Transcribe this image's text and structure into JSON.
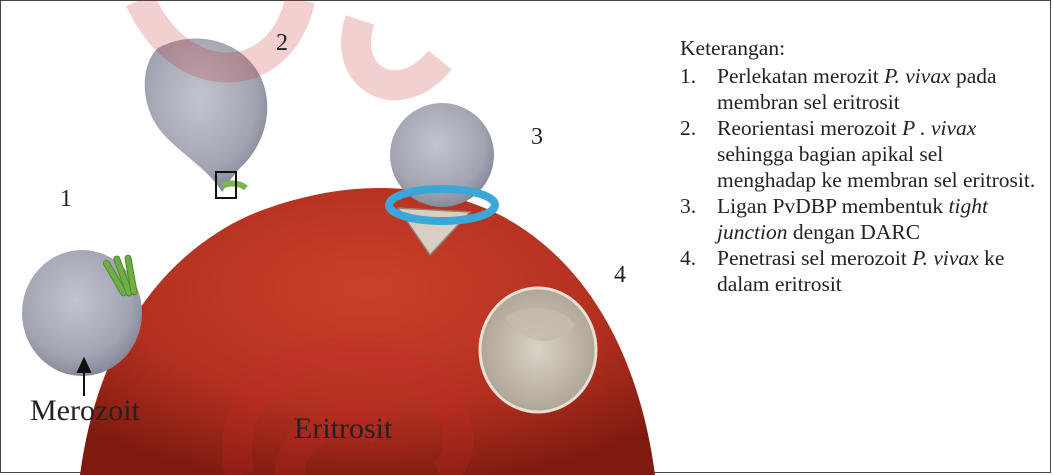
{
  "diagram": {
    "step_numbers": [
      "1",
      "2",
      "3",
      "4"
    ],
    "label_merozoit": "Merozoit",
    "label_eritrosit": "Eritrosit"
  },
  "legend": {
    "title": "Keterangan:",
    "items": [
      {
        "index": "1.",
        "parts": [
          "Perlekatan merozit ",
          "P. vivax",
          " pada membran sel eritrosit"
        ]
      },
      {
        "index": "2.",
        "parts": [
          "Reorientasi merozoit ",
          "P .",
          " ",
          "vivax",
          " sehingga bagian apikal sel menghadap ke membran sel eritrosit."
        ]
      },
      {
        "index": "3.",
        "parts": [
          "Ligan PvDBP membentuk ",
          "tight junction",
          " dengan DARC"
        ]
      },
      {
        "index": "4.",
        "parts": [
          "Penetrasi sel merozoit ",
          "P.",
          " ",
          "vivax",
          " ke dalam eritrosit"
        ]
      }
    ]
  },
  "colors": {
    "erythrocyte": "#b8301e",
    "merozoite": "#a7a9b5",
    "rhoptry": "#7db64b",
    "tight_junction": "#3ba7d6",
    "watermark": "#c82828"
  }
}
